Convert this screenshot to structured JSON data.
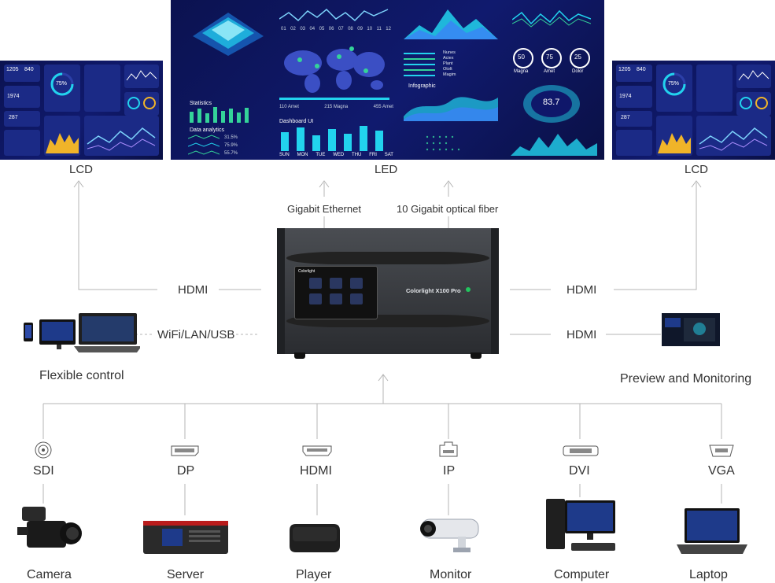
{
  "displays": {
    "lcd_left": {
      "label": "LCD",
      "widgets": {
        "n1": "1205",
        "n2": "840",
        "pct": "75%",
        "n3": "1974",
        "n4": "287"
      }
    },
    "led": {
      "label": "LED",
      "widgets": {
        "axis_nums": [
          "01",
          "02",
          "03",
          "04",
          "05",
          "06",
          "07",
          "08",
          "09",
          "10",
          "11",
          "12"
        ],
        "statistics": "Statistics",
        "data_analytics": "Data analytics",
        "dashboard": "Dashboard UI",
        "infographic": "Infographic",
        "days": [
          "SUN",
          "MON",
          "TUE",
          "WED",
          "THU",
          "FRI",
          "SAT"
        ],
        "gauge_vals": [
          "50",
          "75",
          "25"
        ],
        "gauge_names": [
          "Magna",
          "Amet",
          "Dolor"
        ],
        "big_val": "83.7",
        "pcts": [
          "31.5%",
          "75.9%",
          "55.7%"
        ],
        "mini_vals": [
          "110 Amet",
          "215 Magna",
          "455 Amet"
        ],
        "mini_legend": [
          "Nunes",
          "Aciex",
          "Plant",
          "Otolt",
          "Magim"
        ]
      }
    },
    "lcd_right": {
      "label": "LCD",
      "widgets": {
        "n1": "1205",
        "n2": "840",
        "pct": "75%",
        "n3": "1974",
        "n4": "287"
      }
    }
  },
  "connections": {
    "gigabit_ethernet": "Gigabit Ethernet",
    "optical_fiber": "10 Gigabit optical fiber",
    "hdmi_left": "HDMI",
    "hdmi_right_top": "HDMI",
    "hdmi_right_bottom": "HDMI",
    "wifi_lan_usb": "WiFi/LAN/USB"
  },
  "processor": {
    "brand": "Colorlight",
    "model": "Colorlight  X100 Pro"
  },
  "control": {
    "label": "Flexible control"
  },
  "monitoring": {
    "label": "Preview and Monitoring"
  },
  "inputs": [
    {
      "port": "SDI",
      "device": "Camera"
    },
    {
      "port": "DP",
      "device": "Server"
    },
    {
      "port": "HDMI",
      "device": "Player"
    },
    {
      "port": "IP",
      "device": "Monitor"
    },
    {
      "port": "DVI",
      "device": "Computer"
    },
    {
      "port": "VGA",
      "device": "Laptop"
    }
  ],
  "colors": {
    "line": "#aaaaaa",
    "screen_bg": "#0f176a",
    "accent_cyan": "#22d3ee",
    "accent_green": "#34d399"
  }
}
